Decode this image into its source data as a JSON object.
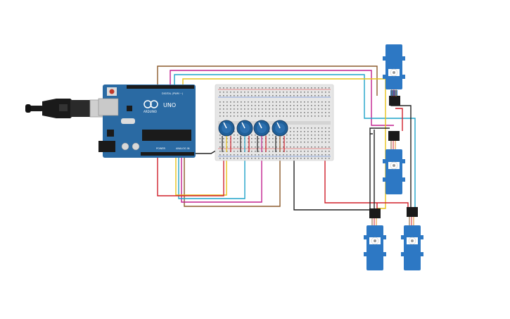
{
  "arduino": {
    "brand": "ARDUINO",
    "model": "UNO",
    "digital_label": "DIGITAL (PWM ~)",
    "power_label": "POWER",
    "analog_label": "ANALOG IN"
  },
  "colors": {
    "board": "#2a6aa3",
    "breadboard": "#e6e6e6",
    "servo": "#2d78c4",
    "knob": "#1f5f99",
    "wire_brown": "#8b5a2b",
    "wire_magenta": "#c2208f",
    "wire_cyan": "#1ea3c9",
    "wire_yellow": "#e8c11a",
    "wire_red": "#d0202a",
    "wire_black": "#222222",
    "wire_orange": "#e08a1e"
  },
  "components": [
    "arduino-uno",
    "usb-cable",
    "breadboard",
    "potentiometer",
    "potentiometer",
    "potentiometer",
    "potentiometer",
    "servo",
    "servo",
    "servo",
    "servo"
  ]
}
